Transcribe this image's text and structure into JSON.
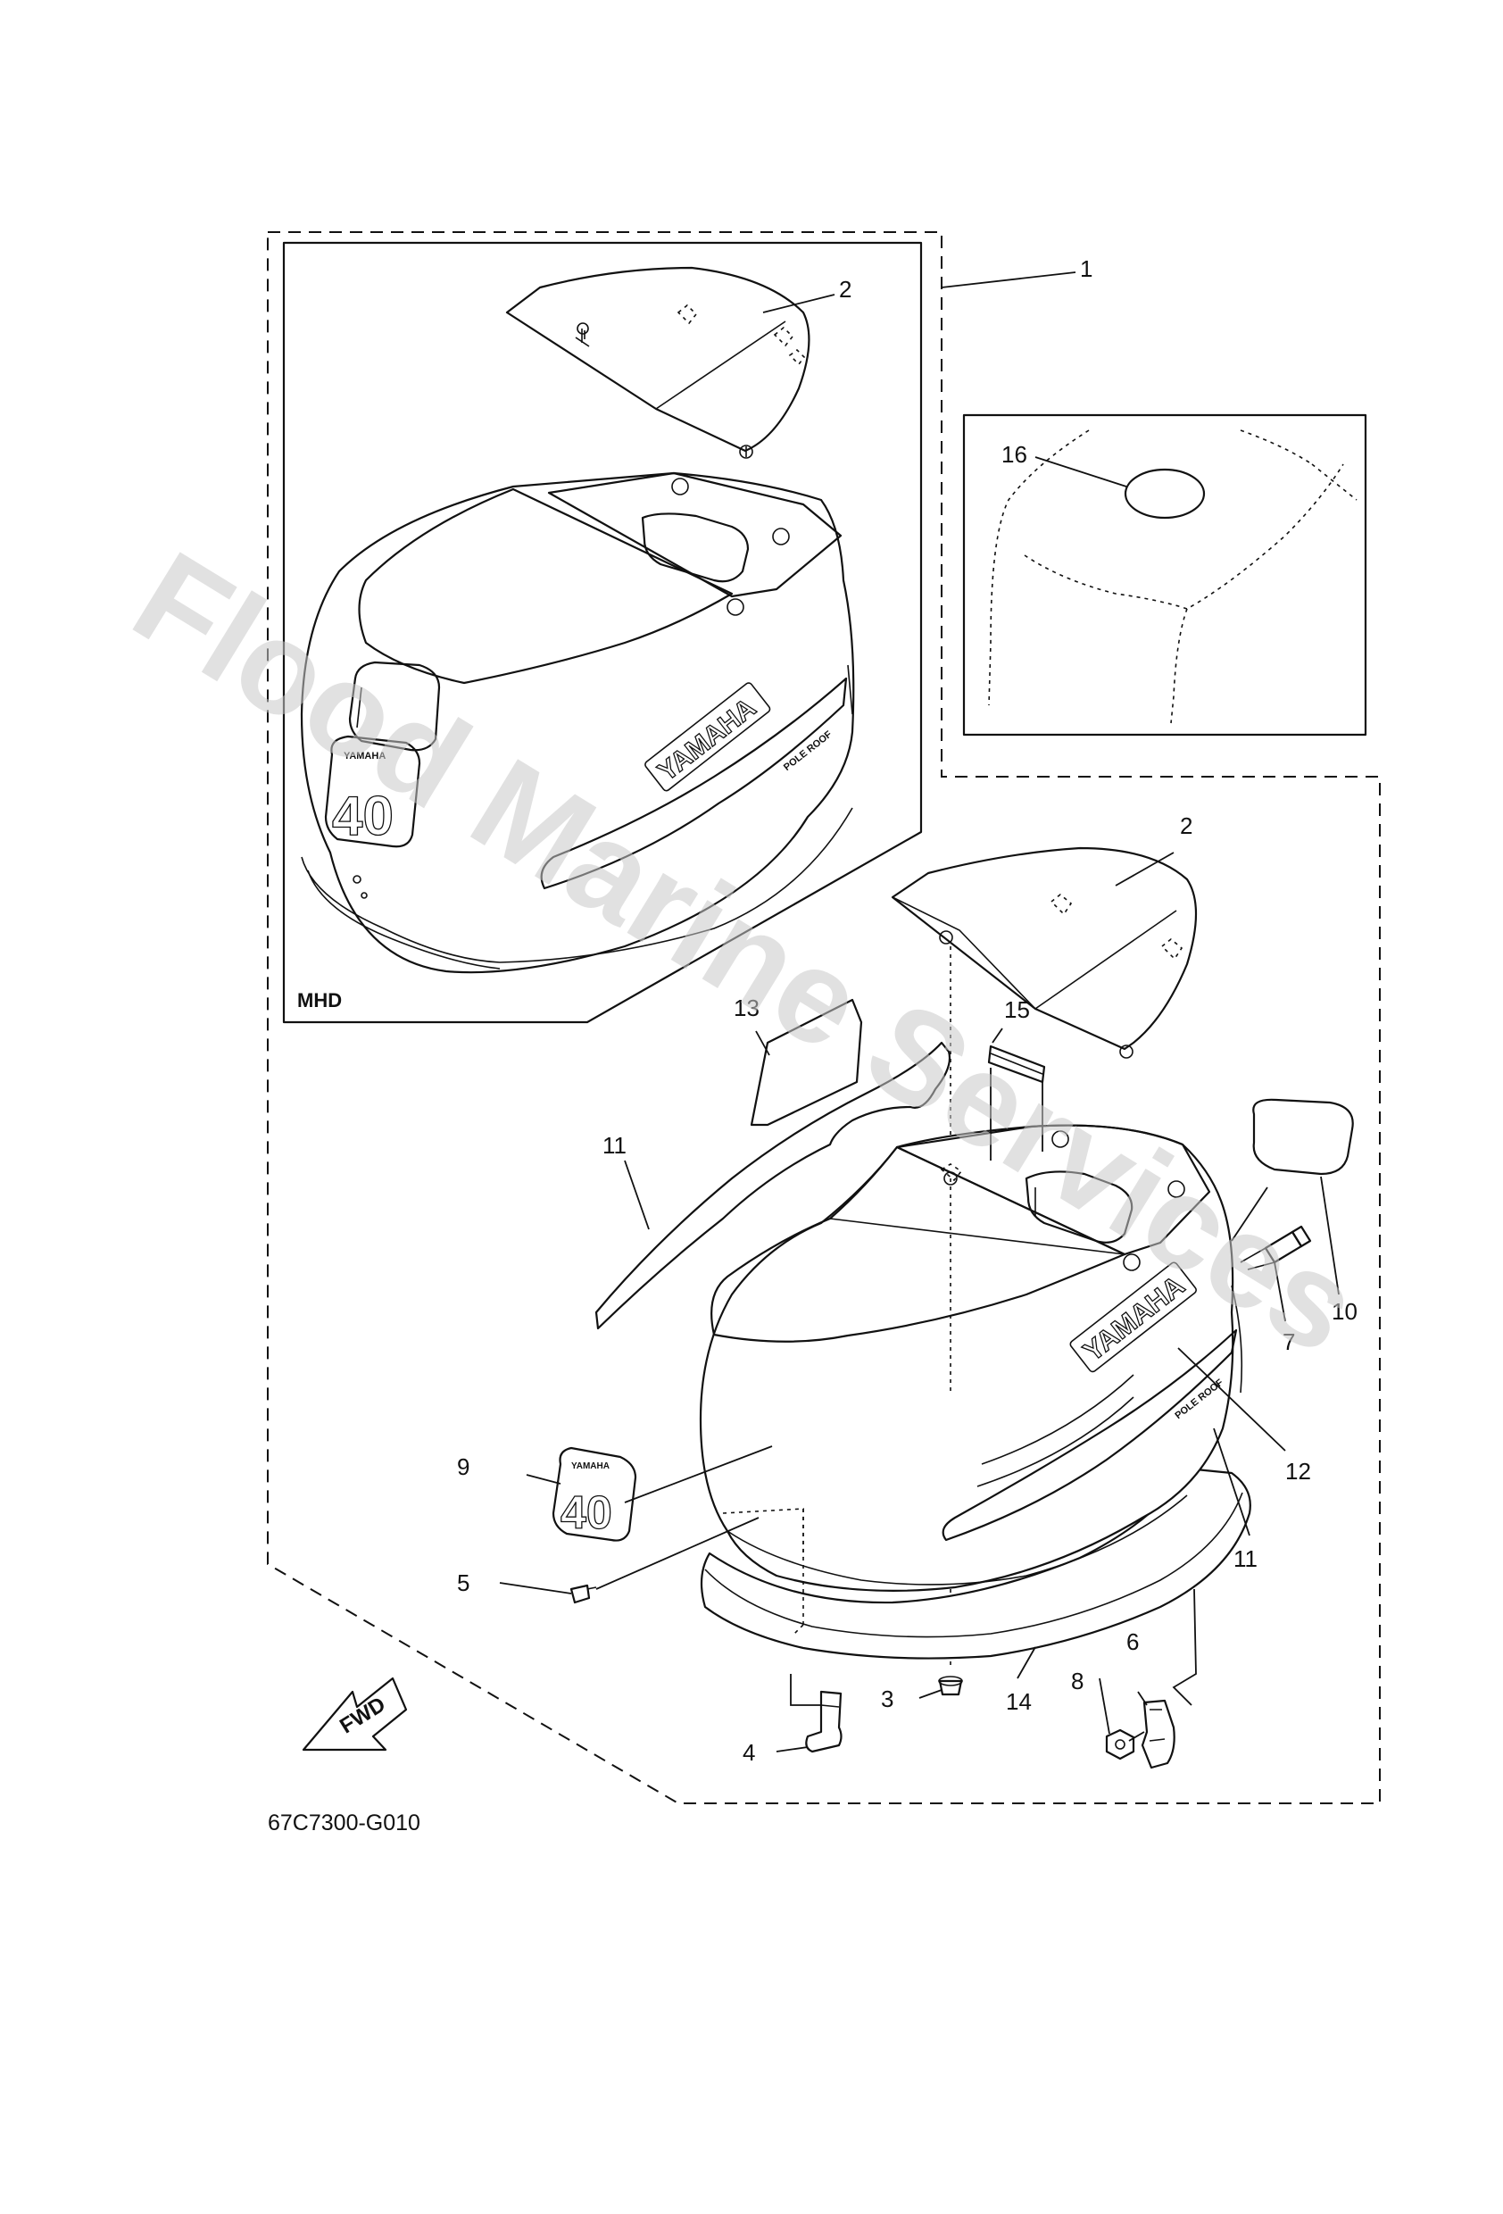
{
  "watermark": "Flood Marine Services",
  "diagram_code": "67C7300-G010",
  "inset_label": "MHD",
  "direction_label": "FWD",
  "brand_text": "YAMAHA",
  "model_number": "40",
  "callouts": {
    "c1": "1",
    "c2a": "2",
    "c2b": "2",
    "c3": "3",
    "c4": "4",
    "c5": "5",
    "c6": "6",
    "c7": "7",
    "c8": "8",
    "c9": "9",
    "c10": "10",
    "c11a": "11",
    "c11b": "11",
    "c12": "12",
    "c13": "13",
    "c14": "14",
    "c15": "15",
    "c16": "16"
  }
}
